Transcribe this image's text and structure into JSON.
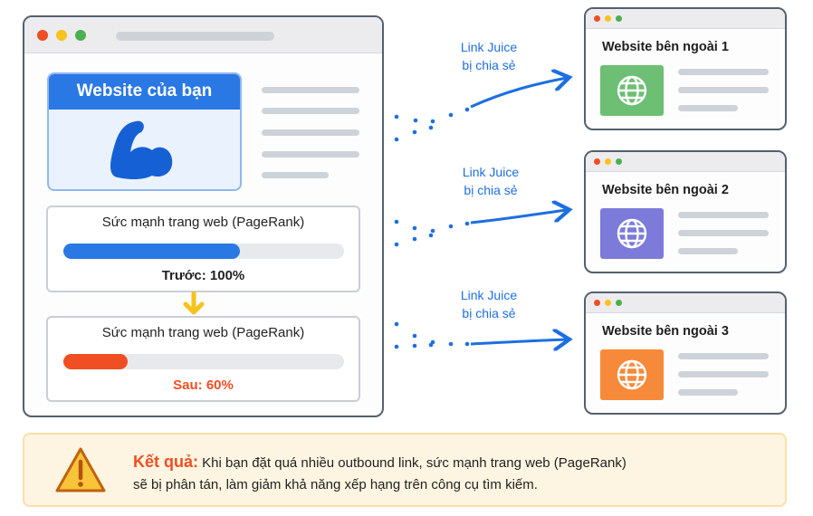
{
  "main_window": {
    "card_title": "Website của bạn",
    "before": {
      "title": "Sức mạnh trang web (PageRank)",
      "label": "Trước: 100%",
      "fill_percent": 63,
      "color": "#2a78e4"
    },
    "after": {
      "title": "Sức mạnh trang web (PageRank)",
      "label": "Sau: 60%",
      "fill_percent": 23,
      "color": "#f04e23"
    }
  },
  "flows": [
    {
      "line1": "Link Juice",
      "line2": "bị chia sẻ"
    },
    {
      "line1": "Link Juice",
      "line2": "bị chia sẻ"
    },
    {
      "line1": "Link Juice",
      "line2": "bị chia sẻ"
    }
  ],
  "external_sites": [
    {
      "title": "Website bên ngoài 1",
      "color": "#6cbf73",
      "icon": "globe-icon"
    },
    {
      "title": "Website bên ngoài 2",
      "color": "#7c7bd9",
      "icon": "globe-icon"
    },
    {
      "title": "Website bên ngoài 3",
      "color": "#f68a3a",
      "icon": "globe-icon"
    }
  ],
  "result": {
    "label": "Kết quả:",
    "line1": "Khi bạn đặt quá nhiều outbound link, sức mạnh trang web (PageRank)",
    "line2": "sẽ bị phân tán, làm giảm khả năng xếp hạng trên công cụ tìm kiếm."
  }
}
